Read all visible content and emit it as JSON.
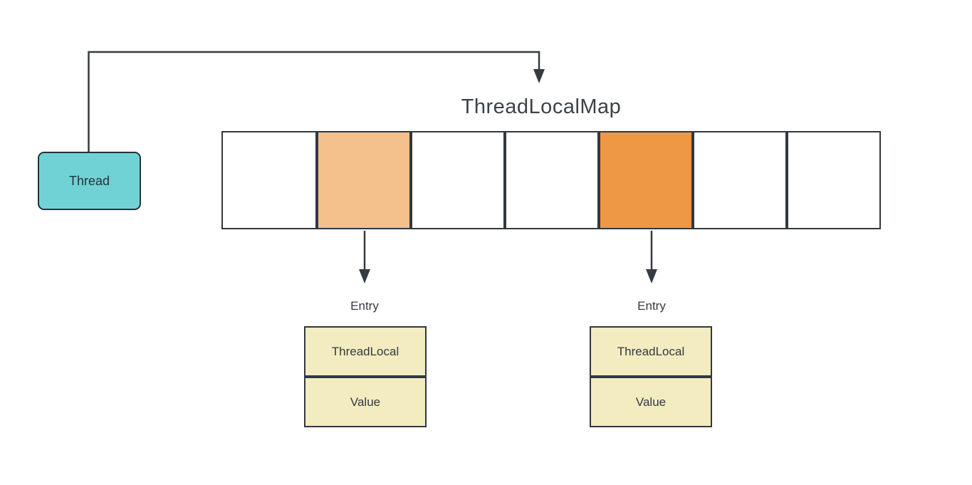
{
  "title": "ThreadLocalMap",
  "thread_box": {
    "label": "Thread",
    "fill": "#70D2D5"
  },
  "array": {
    "cells": [
      {
        "fill": "#FFFFFF"
      },
      {
        "fill": "#F4C08C"
      },
      {
        "fill": "#FFFFFF"
      },
      {
        "fill": "#FFFFFF"
      },
      {
        "fill": "#EE9744"
      },
      {
        "fill": "#FFFFFF"
      },
      {
        "fill": "#FFFFFF"
      }
    ]
  },
  "entries": [
    {
      "label": "Entry",
      "rows": [
        "ThreadLocal",
        "Value"
      ],
      "fill": "#F2ECC0"
    },
    {
      "label": "Entry",
      "rows": [
        "ThreadLocal",
        "Value"
      ],
      "fill": "#F2ECC0"
    }
  ],
  "colors": {
    "line": "#353B41",
    "border": "#31383F",
    "text": "#333A40",
    "background": "#FFFFFF"
  }
}
